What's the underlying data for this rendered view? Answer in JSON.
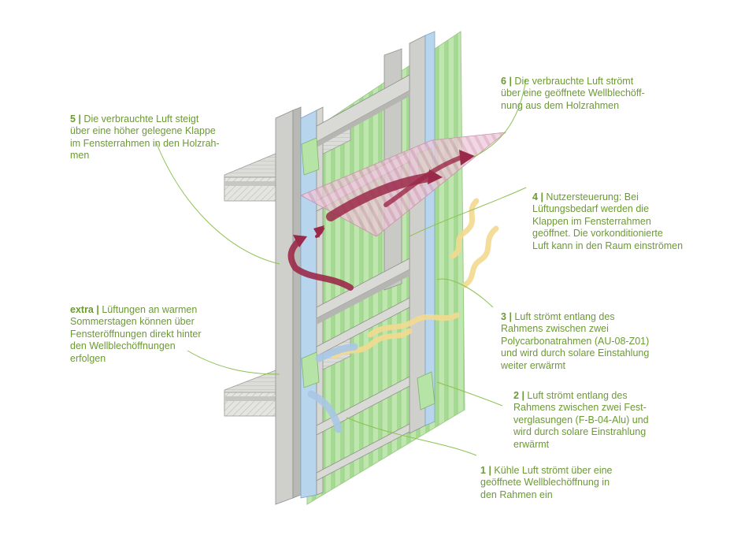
{
  "colors": {
    "annotation": "#6c9a34",
    "leader": "#8cc152",
    "frame": "#b9b9b7",
    "frame_dark": "#8a8a88",
    "polycarbonate": "#b6e3a6",
    "glazing": "#b8d5ee",
    "slab": "#d6d6d3",
    "warm_air": "#9b2a4a",
    "cool_air": "#a7c7e4",
    "solar": "#f6dfa0",
    "roof_sheet": "#e3b8cc"
  },
  "annotations": {
    "n5": {
      "num": "5",
      "sep": "|",
      "text": "Die verbrauchte Luft steigt\nüber eine höher gelegene Klappe\nim Fensterrahmen in den Holzrah-\nmen"
    },
    "n6": {
      "num": "6",
      "sep": "|",
      "text": "Die verbrauchte Luft strömt\nüber eine geöffnete Wellblechöff-\nnung aus dem Holzrahmen"
    },
    "n4": {
      "num": "4",
      "sep": "|",
      "text": "Nutzersteuerung: Bei\nLüftungsbedarf werden die\nKlappen im Fensterrahmen\ngeöffnet. Die vorkonditionierte\nLuft kann in den Raum einströmen"
    },
    "extra": {
      "num": "extra",
      "sep": "|",
      "text": "Lüftungen an warmen\nSommerstagen können über\nFensteröffnungen direkt hinter\nden Wellblechöffnungen\nerfolgen"
    },
    "n3": {
      "num": "3",
      "sep": "|",
      "text": "Luft strömt entlang des\nRahmens zwischen zwei\nPolycarbonatrahmen (AU-08-Z01)\nund wird durch solare Einstahlung\nweiter erwärmt"
    },
    "n2": {
      "num": "2",
      "sep": "|",
      "text": "Luft strömt entlang des\nRahmens zwischen zwei Fest-\nverglasungen (F-B-04-Alu) und\nwird durch solare Einstrahlung\nerwärmt"
    },
    "n1": {
      "num": "1",
      "sep": "|",
      "text": "Kühle Luft strömt über eine\ngeöffnete Wellblechöffnung in\nden Rahmen ein"
    }
  }
}
